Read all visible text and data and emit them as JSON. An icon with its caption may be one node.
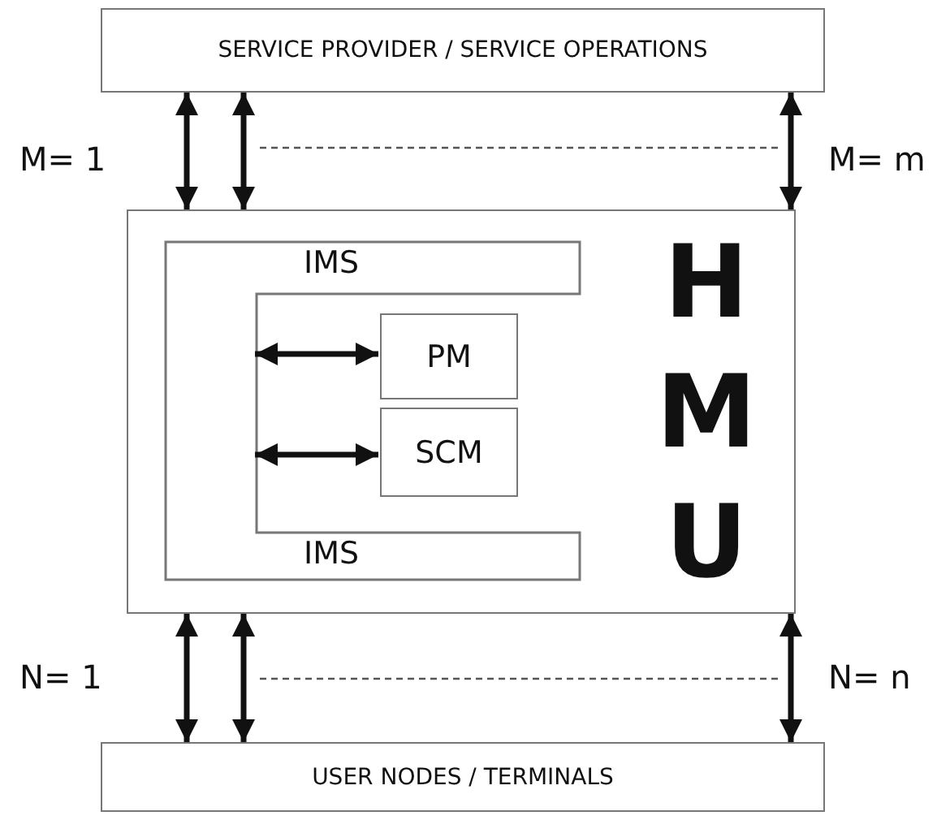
{
  "diagram": {
    "nodes": [
      {
        "text": [
          "SERVICE PROVIDER / SERVICE OPERATIONS"
        ]
      },
      {
        "text": [
          "H M U"
        ]
      },
      {
        "text": [
          "IMS",
          "IMS"
        ],
        "in": 1
      },
      {
        "text": [
          "PM"
        ],
        "in": 1
      },
      {
        "text": [
          "SCM"
        ],
        "in": 1
      },
      {
        "text": [
          "USER NODES / TERMINALS"
        ]
      }
    ],
    "edges": [
      {
        "from": 0,
        "to": 1,
        "arrow": "both"
      },
      {
        "from": 0,
        "to": 1,
        "arrow": "both"
      },
      {
        "from": 0,
        "to": 1,
        "arrow": "both"
      },
      {
        "from": 1,
        "to": 5,
        "arrow": "both"
      },
      {
        "from": 1,
        "to": 5,
        "arrow": "both"
      },
      {
        "from": 1,
        "to": 5,
        "arrow": "both"
      },
      {
        "from": 2,
        "to": 3,
        "arrow": "both"
      },
      {
        "from": 2,
        "to": 4,
        "arrow": "both"
      }
    ],
    "labels": [
      "M= 1",
      "M= m",
      "N= 1",
      "N= n"
    ]
  }
}
